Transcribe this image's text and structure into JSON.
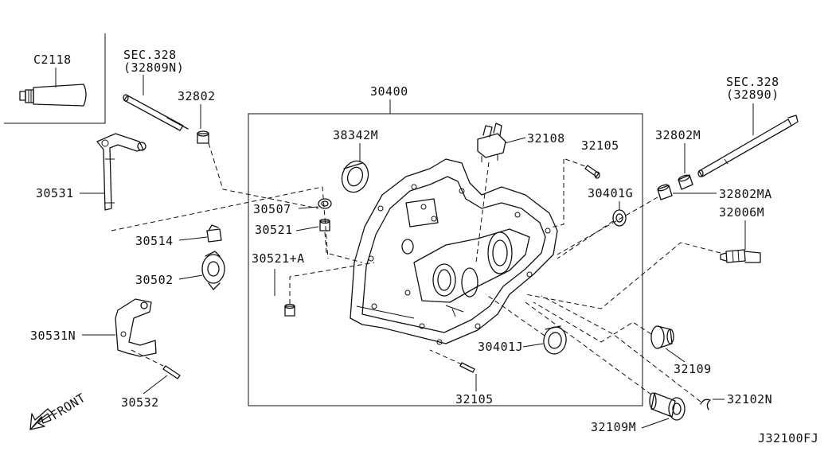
{
  "diagram_id": "J32100FJ",
  "orientation_label": "FRONT",
  "inset_label": "C2118",
  "parts": {
    "sec_328_a": "SEC.328",
    "sec_328_a_ref": "(32809N)",
    "sec_328_b": "SEC.328",
    "sec_328_b_ref": "(32890)",
    "p30400": "30400",
    "p32802": "32802",
    "p38342M": "38342M",
    "p32108": "32108",
    "p32105_top": "32105",
    "p32802M": "32802M",
    "p30531": "30531",
    "p30507": "30507",
    "p30401G": "30401G",
    "p32802MA": "32802MA",
    "p30521": "30521",
    "p32006M": "32006M",
    "p30514": "30514",
    "p30521A": "30521+A",
    "p30502": "30502",
    "p30531N": "30531N",
    "p30401J": "30401J",
    "p32109": "32109",
    "p30532": "30532",
    "p32105_bottom": "32105",
    "p32102N": "32102N",
    "p32109M": "32109M"
  }
}
